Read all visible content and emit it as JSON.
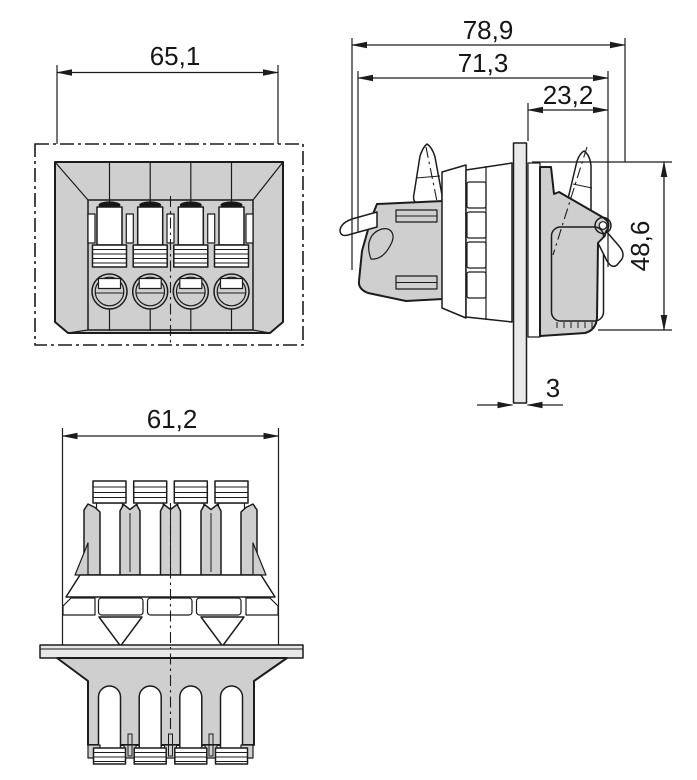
{
  "drawing": {
    "dimensions": {
      "front_width": "65,1",
      "side_overall_length": "78,9",
      "side_housing_length": "71,3",
      "side_socket_depth": "23,2",
      "side_height": "48,6",
      "panel_thickness": "3",
      "top_width": "61,2"
    },
    "colors": {
      "line": "#1c1c1c",
      "housing_fill": "#cfcfcf",
      "panel_fill": "#e8e8e8",
      "gasket_fill": "#141414",
      "background": "#ffffff"
    }
  }
}
